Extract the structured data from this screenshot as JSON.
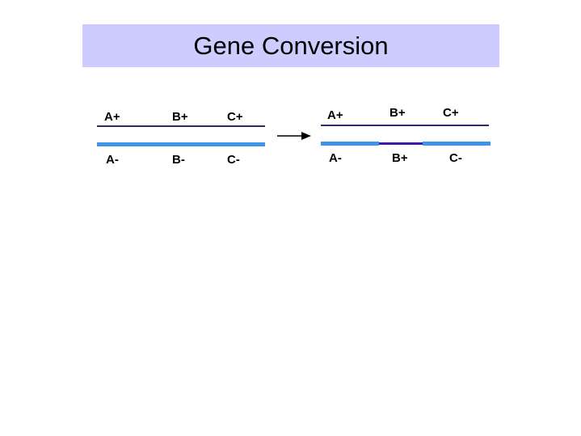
{
  "title": "Gene Conversion",
  "colors": {
    "banner": "#ccccff",
    "top_strand": "#2b2b6b",
    "bottom_strand": "#3d94e8",
    "converted_segment": "#3a1aa8"
  },
  "before": {
    "top_labels": [
      "A+",
      "B+",
      "C+"
    ],
    "bottom_labels": [
      "A-",
      "B-",
      "C-"
    ]
  },
  "after": {
    "top_labels": [
      "A+",
      "B+",
      "C+"
    ],
    "bottom_labels": [
      "A-",
      "B+",
      "C-"
    ]
  },
  "arrow_icon": "right-arrow-icon"
}
